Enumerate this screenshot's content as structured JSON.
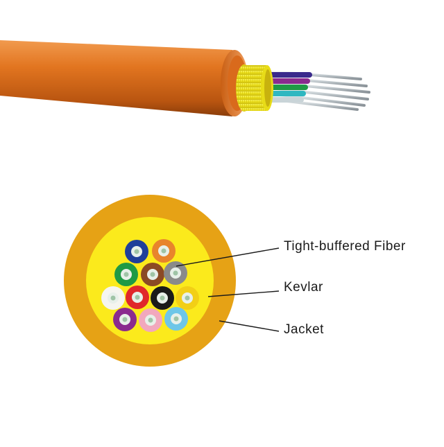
{
  "labels": {
    "fiber": "Tight-buffered Fiber",
    "kevlar": "Kevlar",
    "jacket": "Jacket"
  },
  "colors": {
    "jacket": "#e6a215",
    "kevlar": "#fbea1c",
    "cable_jacket": "#e27520",
    "fiber_core": "#ffffff",
    "fiber_cladding": "#e8f0ea",
    "leader_line": "#1a1a1a"
  },
  "fibers": [
    {
      "name": "fiber-blue",
      "color": "#1f3f9a"
    },
    {
      "name": "fiber-orange",
      "color": "#e8842c"
    },
    {
      "name": "fiber-green",
      "color": "#1f9a45"
    },
    {
      "name": "fiber-brown",
      "color": "#8b4a25"
    },
    {
      "name": "fiber-slate",
      "color": "#8a8a8a"
    },
    {
      "name": "fiber-white",
      "color": "#f5f5f0"
    },
    {
      "name": "fiber-red",
      "color": "#e0272b"
    },
    {
      "name": "fiber-black",
      "color": "#1a1a1a"
    },
    {
      "name": "fiber-yellow",
      "color": "#f2cf16"
    },
    {
      "name": "fiber-violet",
      "color": "#8a2a8e"
    },
    {
      "name": "fiber-rose",
      "color": "#f2a8bd"
    },
    {
      "name": "fiber-aqua",
      "color": "#6ec6e8"
    }
  ],
  "cable_strand_colors": [
    "#3a2a8c",
    "#8a2a8e",
    "#1f9a45",
    "#2fb7c0",
    "#c9d4d8"
  ]
}
